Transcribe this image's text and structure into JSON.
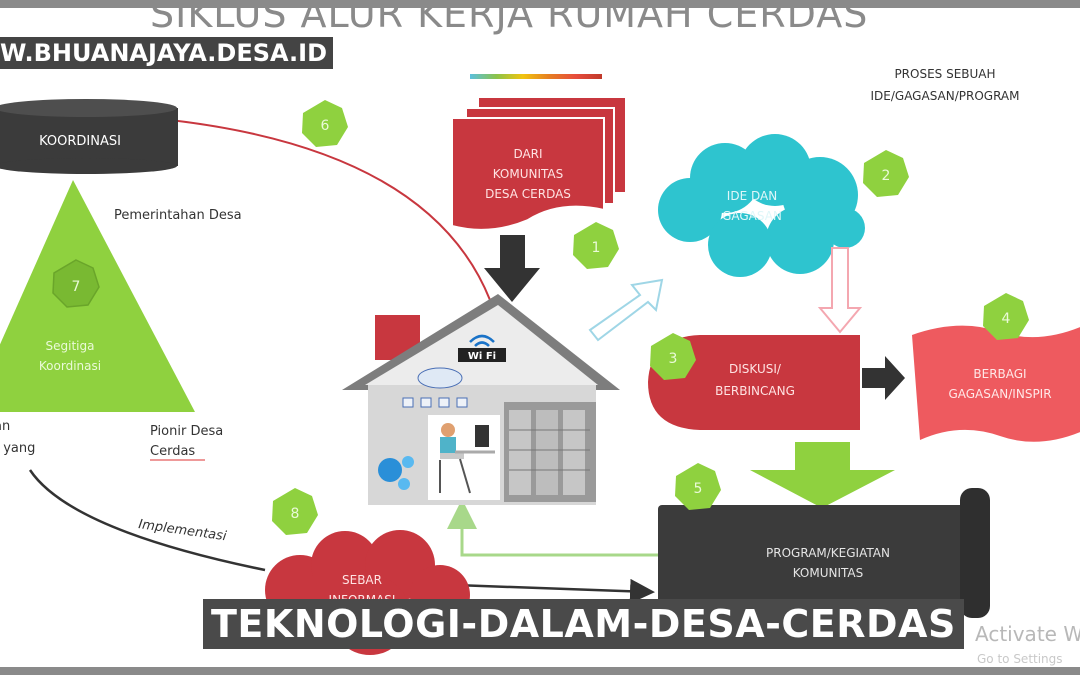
{
  "title": "SIKLUS ALUR KERJA RUMAH CERDAS",
  "watermark": "W.BHUANAJAYA.DESA.ID",
  "caption": "TEKNOLOGI-DALAM-DESA-CERDAS",
  "proses_note": [
    "PROSES SEBUAH",
    "IDE/GAGASAN/PROGRAM"
  ],
  "koordinasi": "KOORDINASI",
  "pemerintahan": "Pemerintahan Desa",
  "segitiga": [
    "Segitiga",
    "Koordinasi"
  ],
  "pionir": [
    "Pionir Desa",
    "Cerdas"
  ],
  "left_partial": [
    "an",
    "t yang"
  ],
  "implementasi": "Implementasi",
  "dari_komunitas": [
    "DARI",
    "KOMUNITAS",
    "DESA CERDAS"
  ],
  "ide_gagasan": [
    "IDE DAN",
    "GAGASAN"
  ],
  "diskusi": [
    "DISKUSI/",
    "BERBINCANG"
  ],
  "berbagi": [
    "BERBAGI",
    "GAGASAN/INSPIR"
  ],
  "program": [
    "PROGRAM/KEGIATAN",
    "KOMUNITAS"
  ],
  "sebar": [
    "SEBAR",
    "INFORMASI"
  ],
  "wifi": "Wi Fi",
  "activate_text": "Activate W",
  "activate_sub": "Go to Settings",
  "steps": [
    "1",
    "2",
    "3",
    "4",
    "5",
    "6",
    "7",
    "8"
  ],
  "colors": {
    "green": "#8fd13f",
    "red": "#c8373f",
    "cyan": "#2ec4cf",
    "dark": "#3b3b3b",
    "house": "#7d7d7d",
    "salmon": "#ee5a5f"
  }
}
